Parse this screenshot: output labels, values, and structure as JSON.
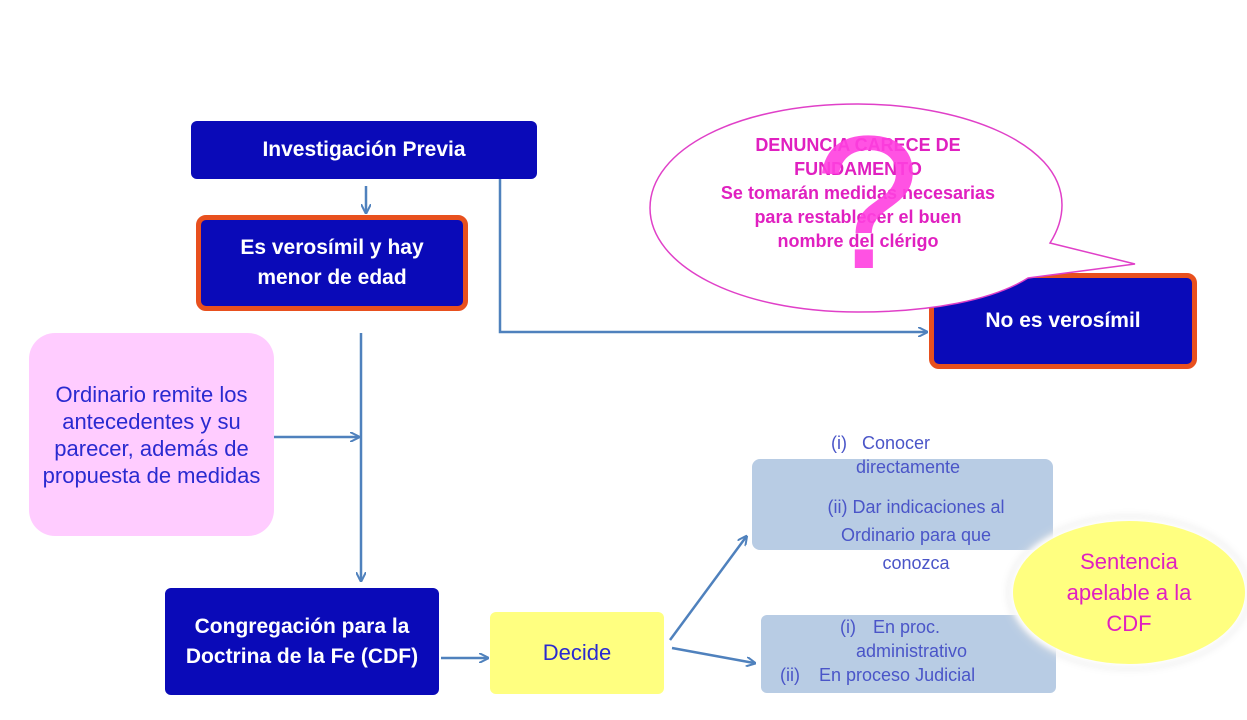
{
  "nodes": {
    "investigacion": "Investigación Previa",
    "verosimil": "Es verosímil y hay menor de edad",
    "no_verosimil": "No es verosímil",
    "ordinario": "Ordinario remite los antecedentes y su parecer, además de propuesta de medidas",
    "cdf": "Congregación para la Doctrina de la Fe (CDF)",
    "decide": "Decide",
    "sentencia": "Sentencia apelable a la CDF"
  },
  "bubble": {
    "line1": "DENUNCIA CARECE DE",
    "line2": "FUNDAMENTO",
    "line3": "Se tomarán medidas necesarias",
    "line4": "para restablecer el buen",
    "line5": "nombre del clérigo",
    "mark": "?"
  },
  "options_upper": {
    "i_num": "(i)",
    "i_text_1": "Conocer",
    "i_text_2": "directamente",
    "ii_1": "(ii) Dar indicaciones al",
    "ii_2": "Ordinario para que",
    "ii_3": "conozca"
  },
  "options_lower": {
    "i_num": "(i)",
    "i_text_1": "En proc.",
    "i_text_2": "administrativo",
    "ii_num": "(ii)",
    "ii_text": "En proceso Judicial"
  },
  "colors": {
    "dark_box": "#0a0ab8",
    "highlight_border": "#e8501e",
    "pink_box": "#ffccff",
    "yellow_box": "#ffff80",
    "light_blue_box": "#b8cce4",
    "arrow": "#4f81bd",
    "bubble_text": "#e020c0"
  }
}
